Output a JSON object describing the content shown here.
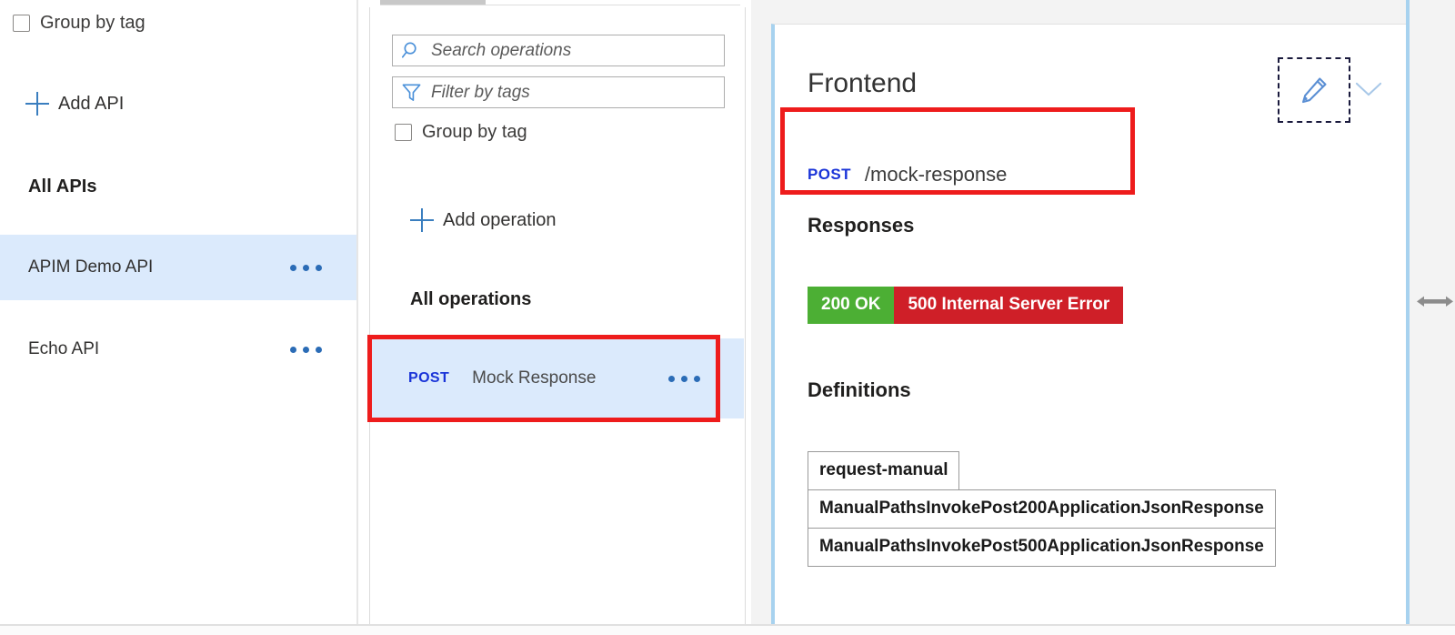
{
  "left_panel": {
    "group_by_tag_label": "Group by tag",
    "group_by_tag_checked": false,
    "add_api_label": "Add API",
    "add_api_icon": "plus-icon",
    "all_apis_header": "All APIs",
    "apis": [
      {
        "name": "APIM Demo API",
        "selected": true,
        "menu_icon": "ellipsis-icon"
      },
      {
        "name": "Echo API",
        "selected": false,
        "menu_icon": "ellipsis-icon"
      }
    ]
  },
  "middle_panel": {
    "search": {
      "placeholder": "Search operations",
      "value": "",
      "icon": "search-icon"
    },
    "filter": {
      "placeholder": "Filter by tags",
      "value": "",
      "icon": "filter-funnel-icon"
    },
    "group_by_tag_label": "Group by tag",
    "group_by_tag_checked": false,
    "add_operation_label": "Add operation",
    "add_operation_icon": "plus-icon",
    "all_operations_header": "All operations",
    "operations": [
      {
        "method": "POST",
        "name": "Mock Response",
        "selected": true,
        "menu_icon": "ellipsis-icon",
        "highlighted": true
      }
    ]
  },
  "content_panel": {
    "title": "Frontend",
    "edit_icon": "pencil-edit-icon",
    "expand_icon": "chevron-down-icon",
    "endpoint": {
      "method": "POST",
      "path": "/mock-response",
      "highlighted": true
    },
    "responses_header": "Responses",
    "responses": [
      {
        "label": "200 OK",
        "color": "#4caf34"
      },
      {
        "label": "500 Internal Server Error",
        "color": "#cf1f28"
      }
    ],
    "definitions_header": "Definitions",
    "definitions": [
      "request-manual",
      "ManualPathsInvokePost200ApplicationJsonResponse",
      "ManualPathsInvokePost500ApplicationJsonResponse"
    ]
  },
  "resize_handle": {
    "icon": "horizontal-resize-arrows-icon"
  },
  "colors": {
    "selection_blue": "#dbeafc",
    "accent_blue": "#3a7ebf",
    "method_blue": "#1a34d8",
    "annotation_red": "#ee1c1c",
    "status_ok_green": "#4caf34",
    "status_error_red": "#cf1f28",
    "rail_blue": "#a7d2ef"
  }
}
